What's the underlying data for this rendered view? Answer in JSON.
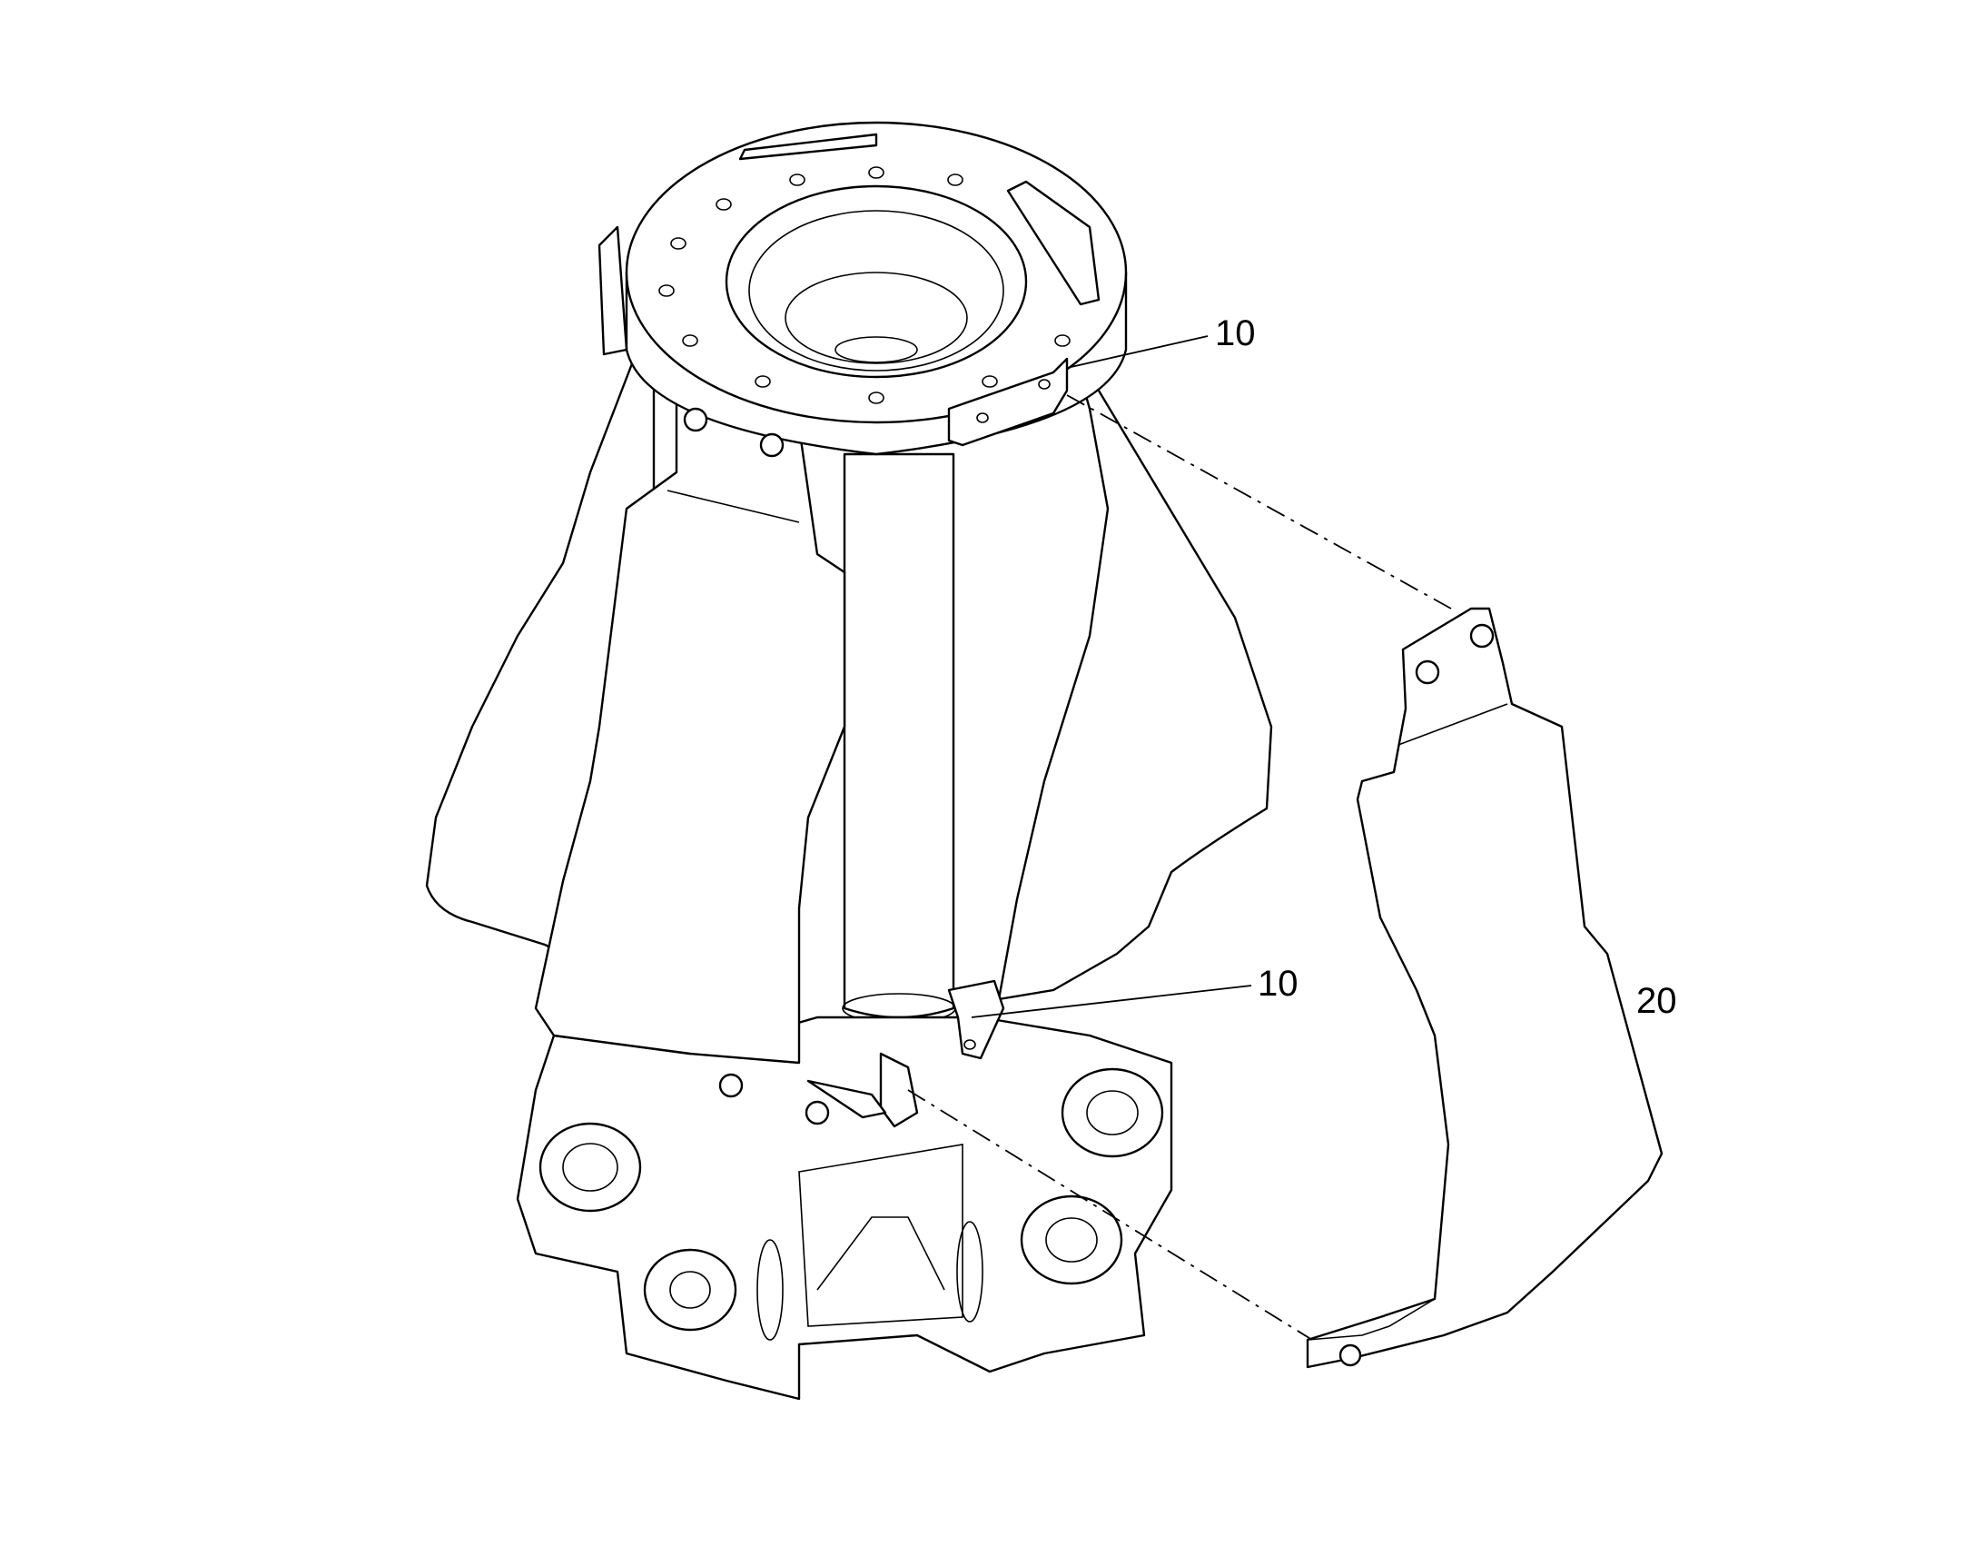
{
  "callouts": [
    {
      "id": "callout-10-upper",
      "text": "10"
    },
    {
      "id": "callout-10-lower",
      "text": "10"
    },
    {
      "id": "callout-20",
      "text": "20"
    }
  ]
}
